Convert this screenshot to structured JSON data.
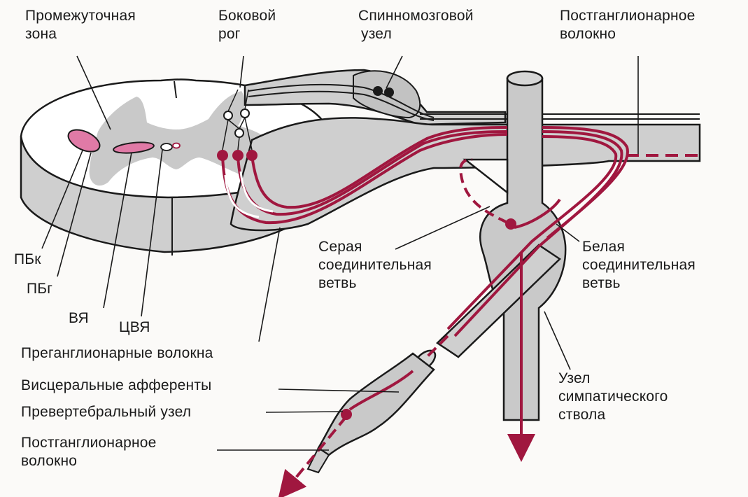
{
  "colors": {
    "background": "#fbfaf8",
    "tissue_gray": "#c9c9c9",
    "outline": "#1a1a1a",
    "fiber_red": "#a0173f",
    "nucleus_pink": "#e07aa6"
  },
  "labels": {
    "intermediate_zone": [
      "Промежуточная",
      "зона"
    ],
    "lateral_horn": [
      "Боковой",
      "рог"
    ],
    "spinal_ganglion": [
      "Спинномозговой",
      "узел"
    ],
    "postganglionic_top": [
      "Постганглионарное",
      "волокно"
    ],
    "pbk": "ПБк",
    "pbg": "ПБг",
    "vya": "ВЯ",
    "cvya": "ЦВЯ",
    "grey_ramus": [
      "Серая",
      "соединительная",
      "ветвь"
    ],
    "white_ramus": [
      "Белая",
      "соединительная",
      "ветвь"
    ],
    "preganglionic": "Преганглионарные волокна",
    "visceral_afferents": "Висцеральные афференты",
    "prevertebral": "Превертебральный узел",
    "postganglionic_bottom": [
      "Постганглионарное",
      "волокно"
    ],
    "sympathetic_trunk_ganglion": [
      "Узел",
      "симпатического",
      "ствола"
    ]
  }
}
